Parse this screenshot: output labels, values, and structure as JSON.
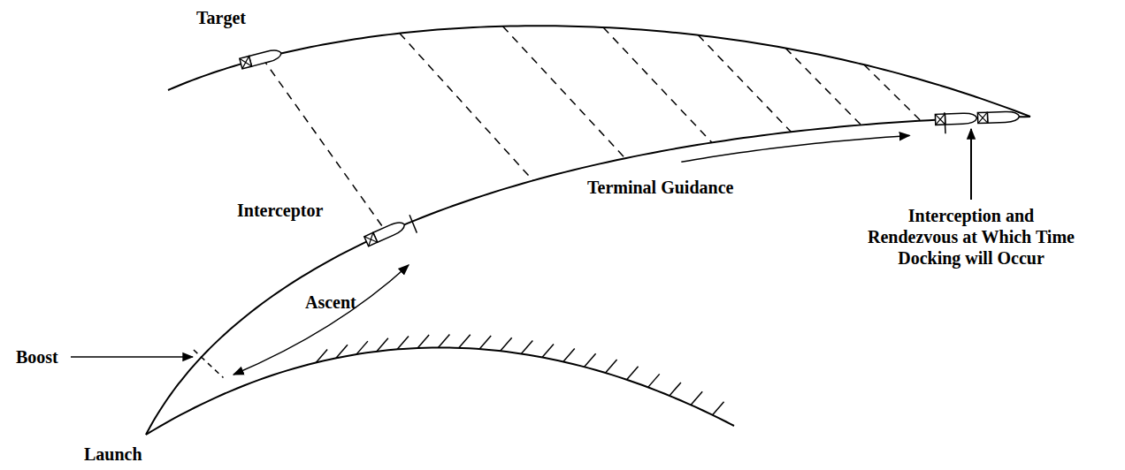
{
  "diagram": {
    "labels": [
      "Target",
      "Interceptor",
      "Terminal Guidance",
      "Interception and Rendezvous at Which Time Docking will Occur",
      "Ascent",
      "Boost",
      "Launch"
    ]
  }
}
